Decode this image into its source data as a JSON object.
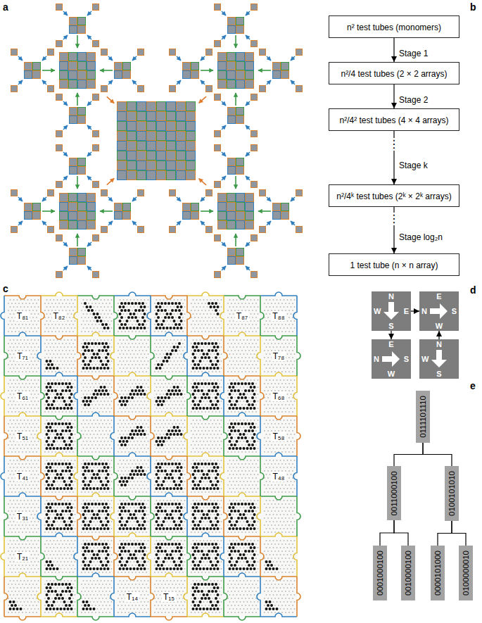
{
  "diagram": {
    "nodes": [
      {
        "text": [
          "n² test tubes (monomers)"
        ]
      },
      {
        "text": [
          "n²/4 test tubes (2 × 2 arrays)"
        ]
      },
      {
        "text": [
          "n²/4² test tubes (4 × 4 arrays)"
        ]
      },
      {
        "text": [
          "n²/4ᵏ test tubes (2ᵏ × 2ᵏ arrays)"
        ]
      },
      {
        "text": [
          "1 test tube (n × n array)"
        ]
      },
      {
        "text": [
          "T₈₁"
        ]
      },
      {
        "text": [
          "T₈₂"
        ]
      },
      {
        "text": [
          "T₈₇"
        ]
      },
      {
        "text": [
          "T₈₈"
        ]
      },
      {
        "text": [
          "T₇₁"
        ]
      },
      {
        "text": [
          "T₇₈"
        ]
      },
      {
        "text": [
          "T₆₁"
        ]
      },
      {
        "text": [
          "T₆₈"
        ]
      },
      {
        "text": [
          "T₅₁"
        ]
      },
      {
        "text": [
          "T₅₈"
        ]
      },
      {
        "text": [
          "T₄₁"
        ]
      },
      {
        "text": [
          "T₄₈"
        ]
      },
      {
        "text": [
          "T₃₁"
        ]
      },
      {
        "text": [
          "T₂₁"
        ]
      },
      {
        "text": [
          "T₁₄"
        ]
      },
      {
        "text": [
          "T₁₅"
        ]
      },
      {
        "text": [
          "N",
          "W",
          "E",
          "S"
        ]
      },
      {
        "text": [
          "E",
          "N",
          "S",
          "W"
        ]
      },
      {
        "text": [
          "E",
          "N",
          "S",
          "W"
        ]
      },
      {
        "text": [
          "N",
          "W",
          "S"
        ]
      },
      {
        "text": [
          "0111101110"
        ]
      },
      {
        "text": [
          "0011000100"
        ]
      },
      {
        "text": [
          "0100101010"
        ]
      },
      {
        "text": [
          "0001000100"
        ]
      },
      {
        "text": [
          "0010000100"
        ]
      },
      {
        "text": [
          "0000101000"
        ]
      },
      {
        "text": [
          "0100000010"
        ]
      }
    ],
    "edges": [
      {
        "from": 0,
        "to": 1,
        "arrow": "to",
        "label": "Stage 1"
      },
      {
        "from": 1,
        "to": 2,
        "arrow": "to",
        "label": "Stage 2"
      },
      {
        "from": 2,
        "to": 3,
        "arrow": "to",
        "label": "Stage k"
      },
      {
        "from": 3,
        "to": 4,
        "arrow": "to",
        "label": "Stage log₂n"
      },
      {
        "from": 21,
        "to": 22,
        "arrow": "to"
      },
      {
        "from": 21,
        "to": 23,
        "arrow": "to"
      },
      {
        "from": 24,
        "to": 22,
        "arrow": "to"
      },
      {
        "from": 25,
        "to": 26,
        "arrow": "none"
      },
      {
        "from": 25,
        "to": 27,
        "arrow": "none"
      },
      {
        "from": 26,
        "to": 28,
        "arrow": "none"
      },
      {
        "from": 26,
        "to": 29,
        "arrow": "none"
      },
      {
        "from": 27,
        "to": 30,
        "arrow": "none"
      },
      {
        "from": 27,
        "to": 31,
        "arrow": "none"
      }
    ],
    "labels": [
      "a",
      "b",
      "c",
      "d",
      "e",
      "⋮",
      "⋮"
    ]
  }
}
